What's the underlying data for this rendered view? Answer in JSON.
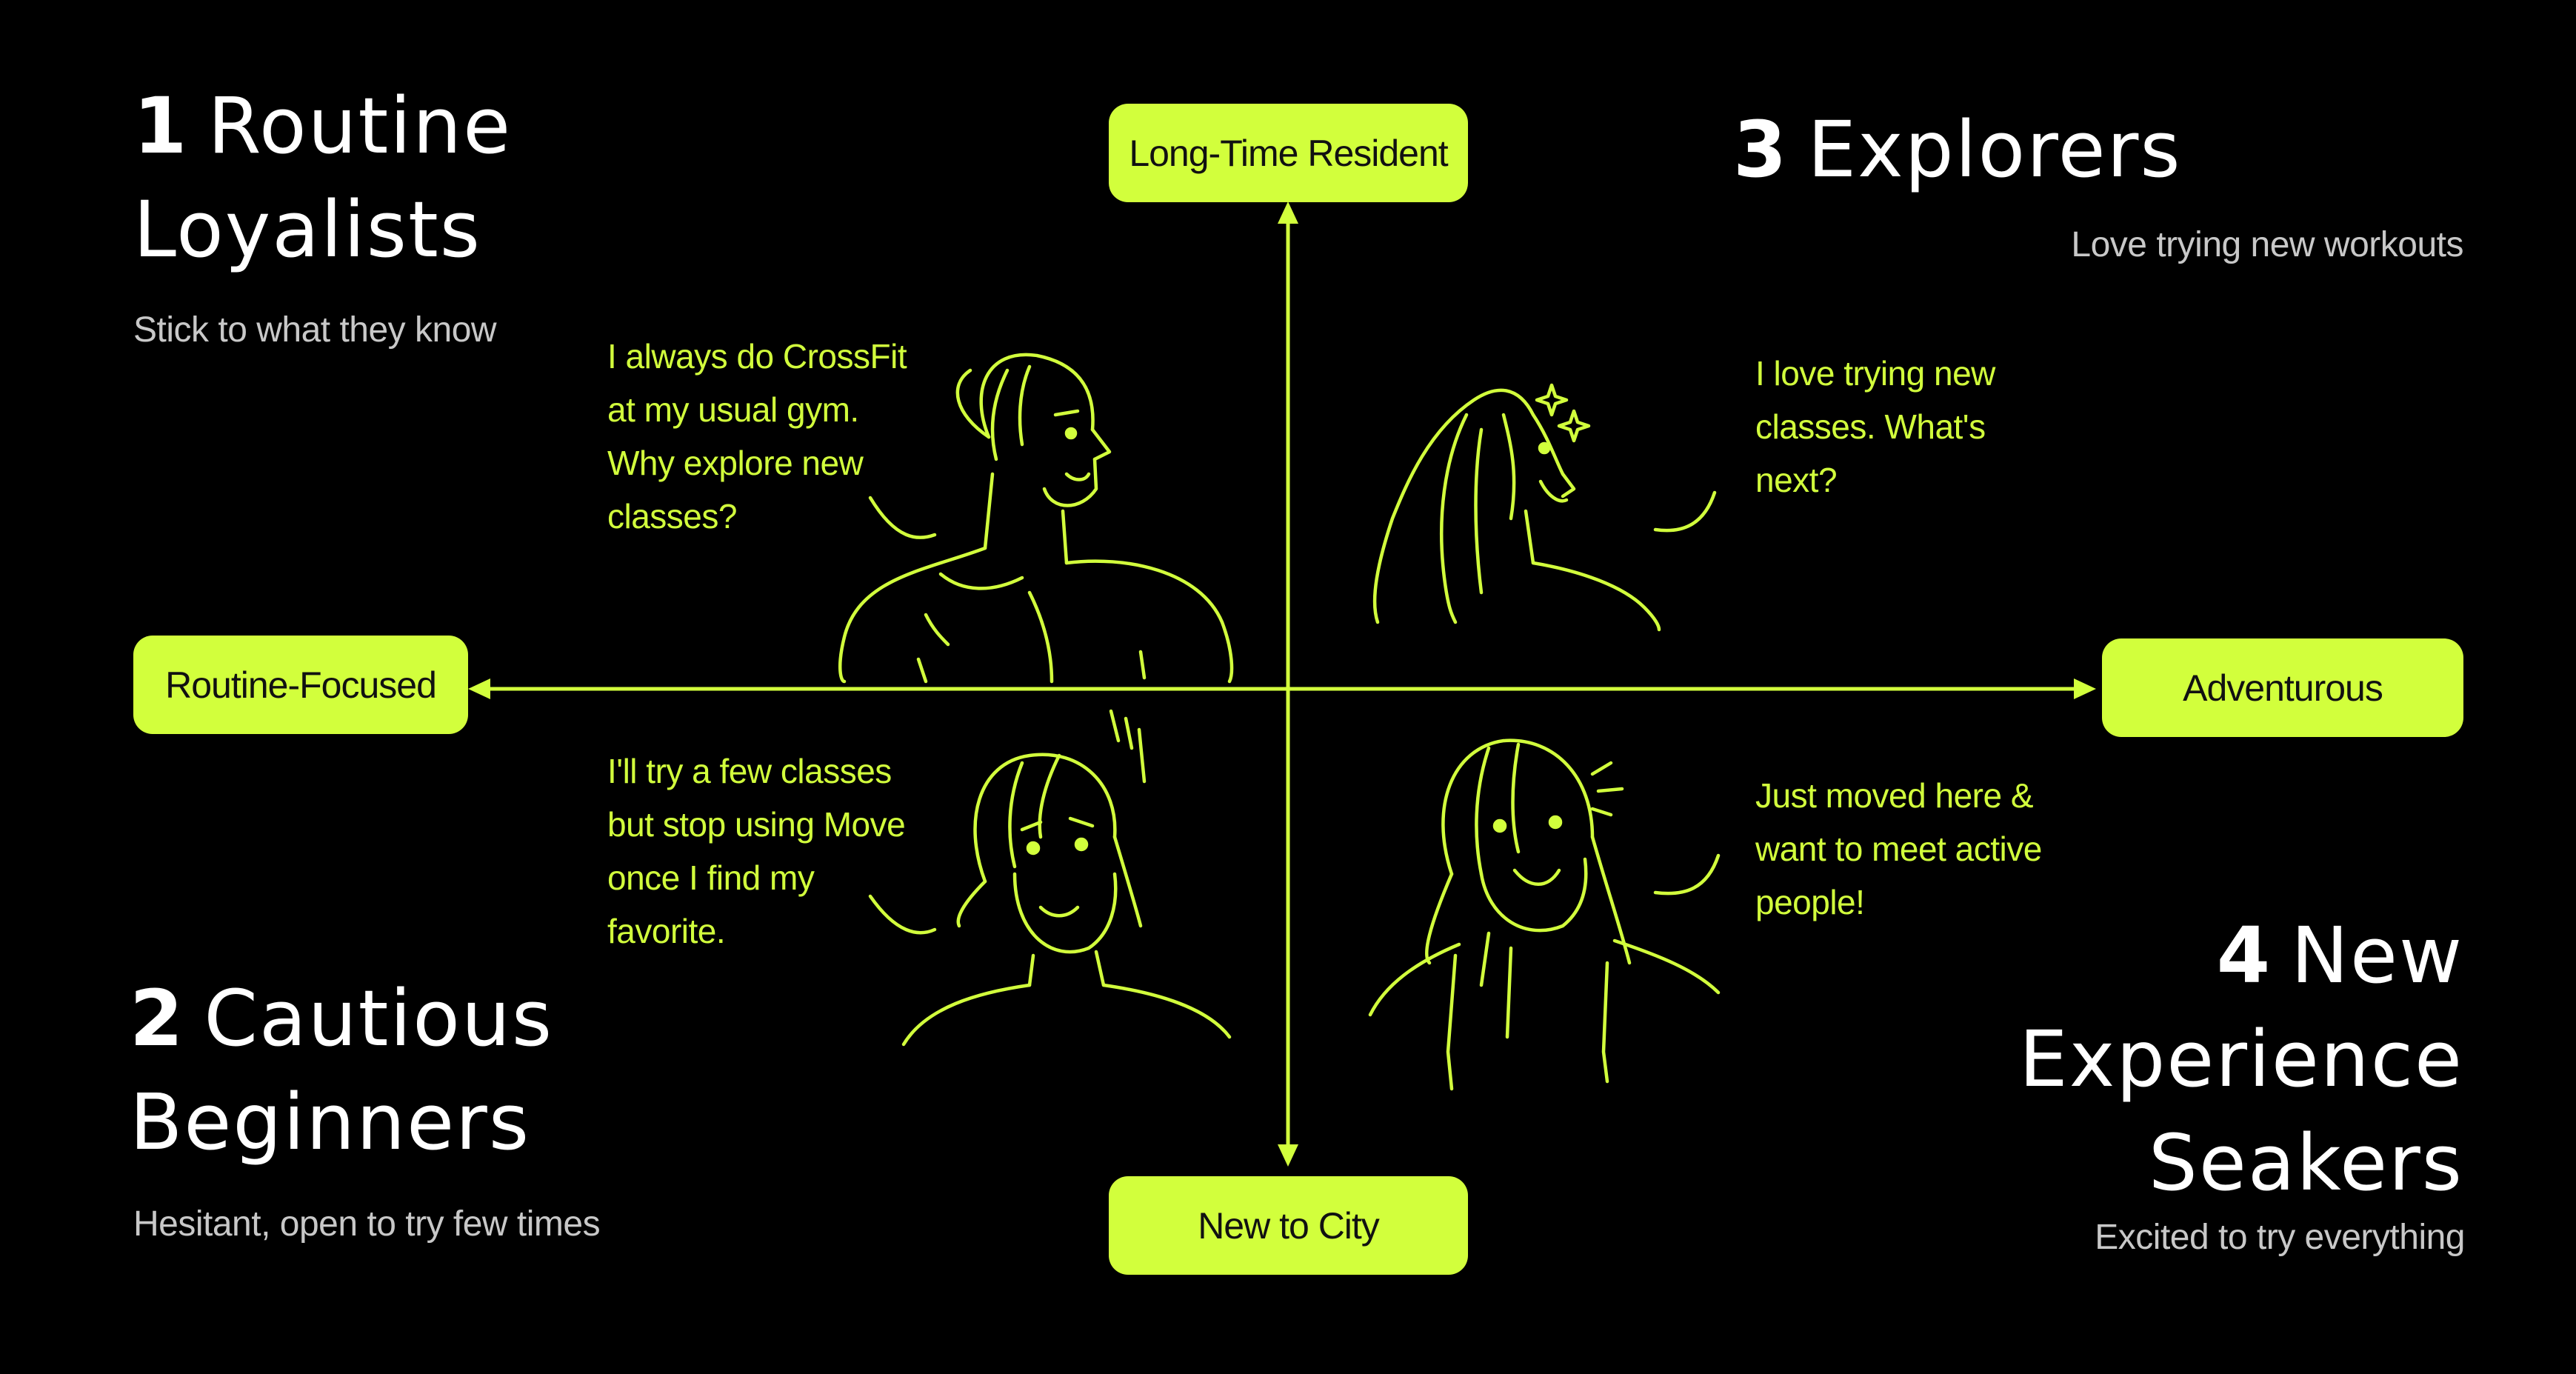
{
  "colors": {
    "background": "#000000",
    "accent": "#d2ff3c",
    "heading": "#ffffff",
    "subtitle": "#c8c8c8"
  },
  "axes": {
    "top": "Long-Time Resident",
    "bottom": "New to City",
    "left": "Routine-Focused",
    "right": "Adventurous"
  },
  "quadrants": [
    {
      "number": "1",
      "title_line1": "Routine",
      "title_line2": "Loyalists",
      "subtitle": "Stick to what they know",
      "quote_lines": [
        "I always do CrossFit",
        "at my usual gym.",
        "Why explore new",
        "classes?"
      ],
      "illustration": "muscular-man-icon"
    },
    {
      "number": "2",
      "title_line1": "Cautious",
      "title_line2": "Beginners",
      "subtitle": "Hesitant, open to try few times",
      "quote_lines": [
        "I'll try a few classes",
        "but stop using Move",
        "once I find my",
        "favorite."
      ],
      "illustration": "worried-woman-icon"
    },
    {
      "number": "3",
      "title_line1": "Explorers",
      "subtitle": "Love trying new workouts",
      "quote_lines": [
        "I love trying new",
        "classes. What's",
        "next?"
      ],
      "illustration": "happy-woman-sparkles-icon"
    },
    {
      "number": "4",
      "title_line1": "New",
      "title_line2": "Experience",
      "title_line3": "Seakers",
      "subtitle": "Excited to try everything",
      "quote_lines": [
        "Just moved here &",
        "want to meet active",
        "people!"
      ],
      "illustration": "smiling-woman-icon"
    }
  ]
}
